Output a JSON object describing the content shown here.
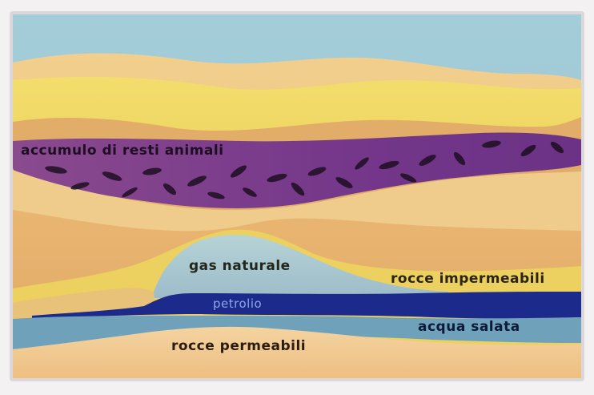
{
  "labels": {
    "animal_remains": "accumulo di resti animali",
    "natural_gas": "gas naturale",
    "impermeable_rocks": "rocce impermeabili",
    "oil": "petrolio",
    "salt_water": "acqua salata",
    "permeable_rocks": "rocce permeabili"
  },
  "colors": {
    "frame_border": "#c9c4c8",
    "sky": "#9ec7d4",
    "sand_light": "#f1d39a",
    "sand_orange": "#e3b06a",
    "yellow_band": "#e9c84a",
    "fossil_layer": "#7e3f86",
    "gas": "#a9c7d1",
    "oil": "#1c2a8c",
    "salt_water": "#6fa4bd",
    "permeable_rock": "#f0c98c",
    "fossil_silhouette": "#1a1020"
  }
}
